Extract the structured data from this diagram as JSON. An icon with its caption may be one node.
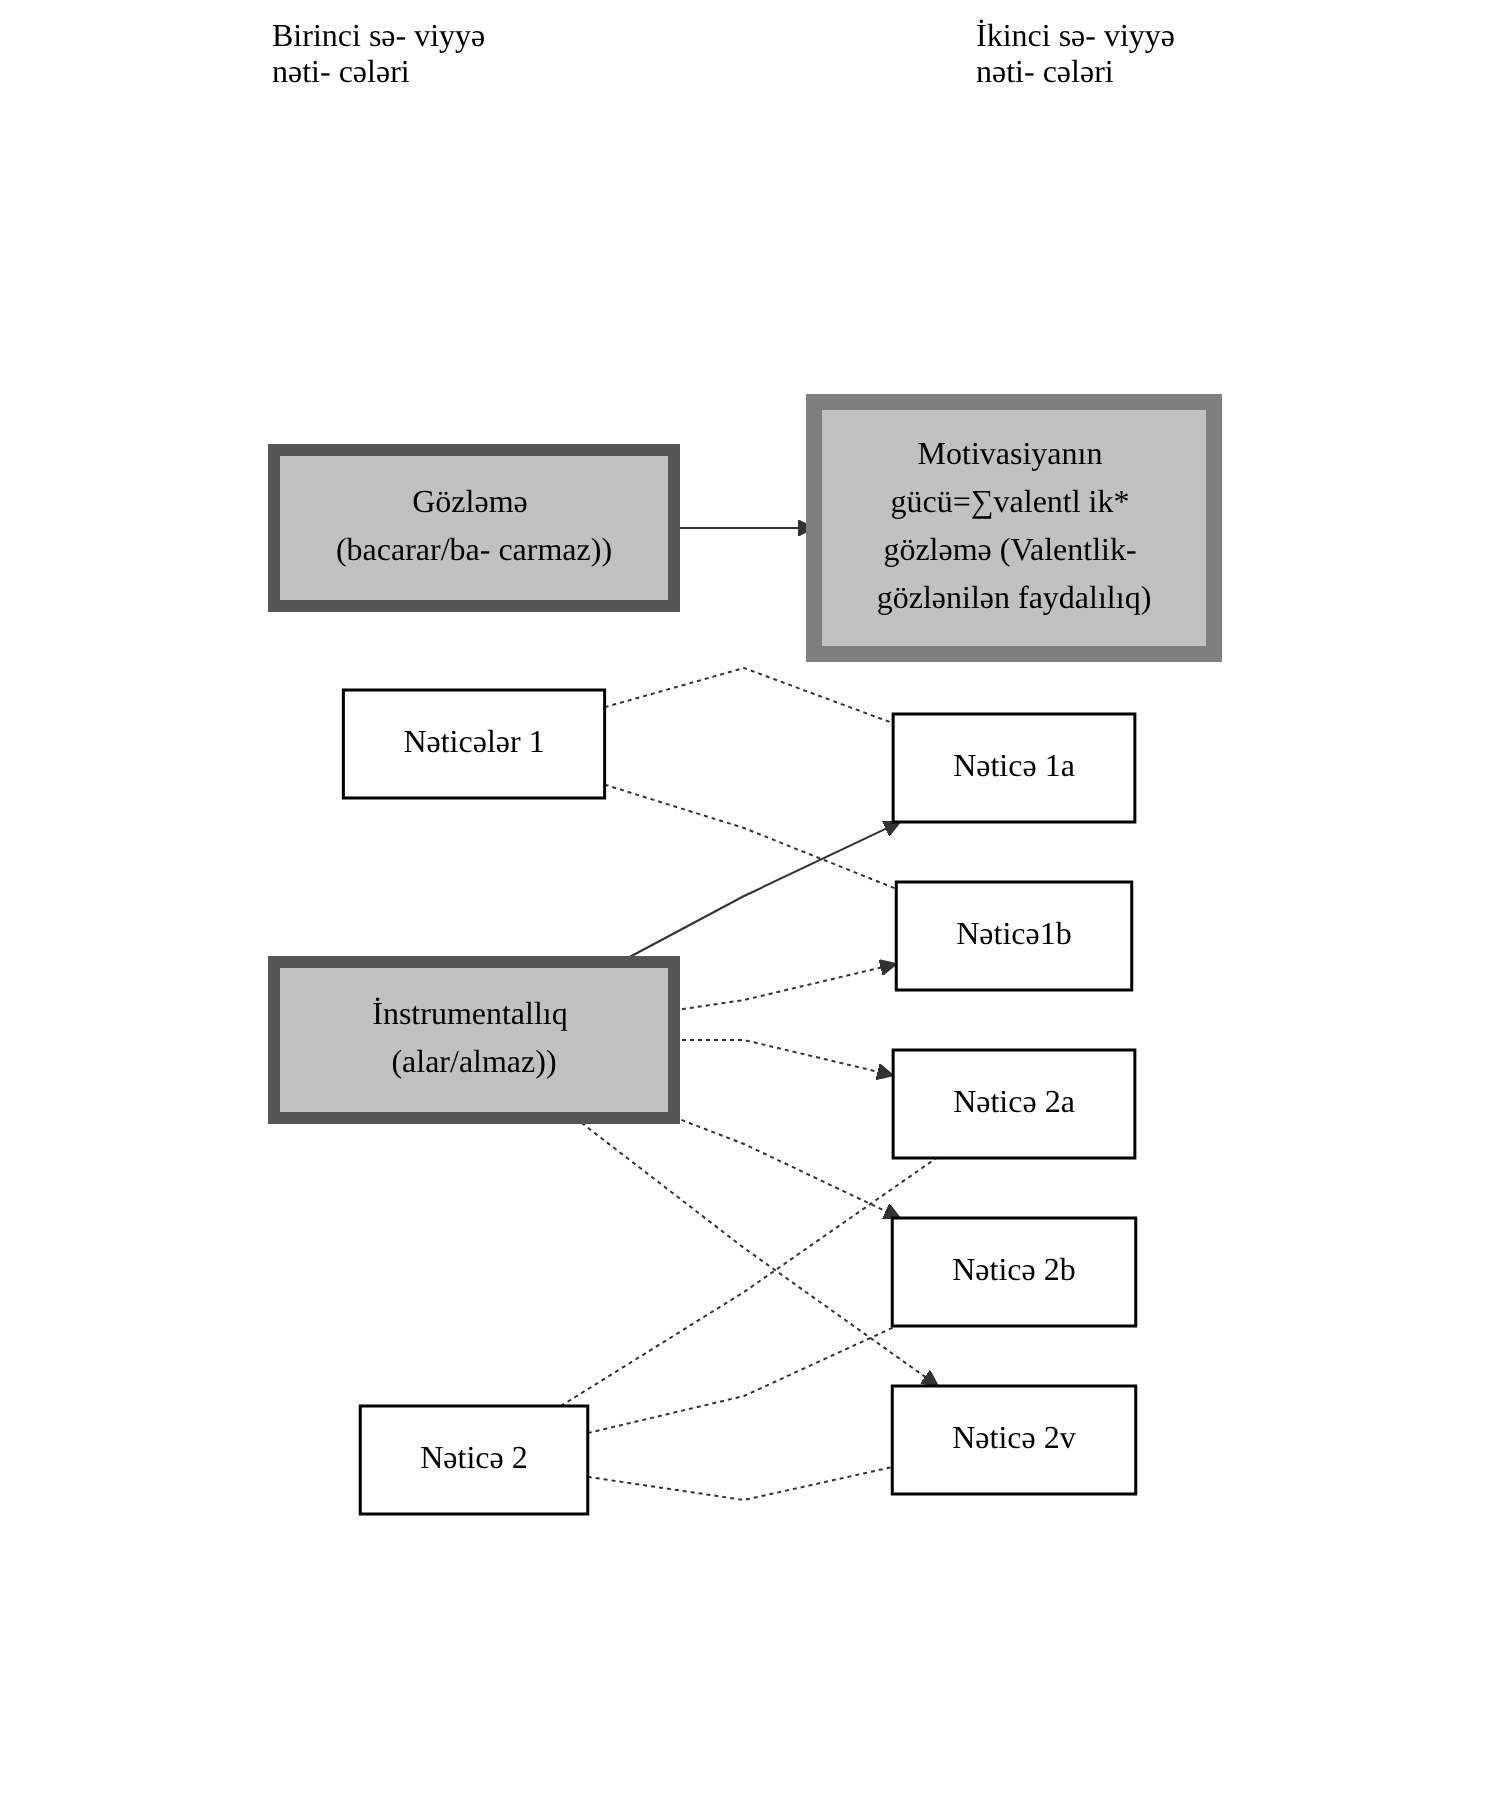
{
  "diagram": {
    "nodes": [
      {
        "text": [
          "Gözləmə (bacarar/ba- carmaz))"
        ]
      },
      {
        "text": [
          "İnstrumentallıq (alar/almaz))"
        ]
      },
      {
        "text": [
          "Motivasiyanın gücü=∑valentl ik* gözləmə (Valentlik- gözlənilən faydalılıq)"
        ]
      },
      {
        "text": [
          "Nəticələr 1"
        ]
      },
      {
        "text": [
          "Nəticə 1a"
        ]
      },
      {
        "text": [
          "Nəticə1b"
        ]
      },
      {
        "text": [
          "Nəticə 2"
        ]
      },
      {
        "text": [
          "Nəticə 2a"
        ]
      },
      {
        "text": [
          "Nəticə 2b"
        ]
      },
      {
        "text": [
          "Nəticə 2v"
        ]
      }
    ],
    "edges": [
      {
        "from": 0,
        "to": 2,
        "arrow": "to"
      },
      {
        "from": 1,
        "to": 4,
        "arrow": "to"
      },
      {
        "from": 1,
        "to": 5,
        "arrow": "to",
        "style": "dashed"
      },
      {
        "from": 1,
        "to": 7,
        "arrow": "to",
        "style": "dashed"
      },
      {
        "from": 1,
        "to": 8,
        "arrow": "to",
        "style": "dashed"
      },
      {
        "from": 1,
        "to": 9,
        "arrow": "to",
        "style": "dashed"
      },
      {
        "from": 3,
        "to": 4,
        "arrow": "none",
        "style": "dashed"
      },
      {
        "from": 3,
        "to": 5,
        "arrow": "none",
        "style": "dashed"
      },
      {
        "from": 6,
        "to": 7,
        "arrow": "none",
        "style": "dashed"
      },
      {
        "from": 6,
        "to": 8,
        "arrow": "none",
        "style": "dashed"
      },
      {
        "from": 6,
        "to": 9,
        "arrow": "none",
        "style": "dashed"
      }
    ],
    "labels": [
      "Birinci sə- viyyə nəti- cələri",
      "İkinci sə- viyyə nəti- cələri"
    ]
  }
}
